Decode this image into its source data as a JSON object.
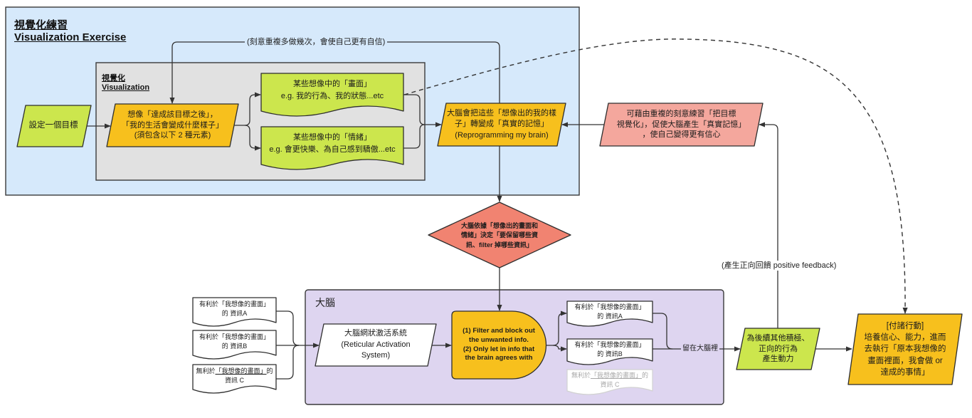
{
  "diagram": {
    "title_zh": "視覺化練習",
    "title_en": "Visualization Exercise",
    "inner_title_zh": "視覺化",
    "inner_title_en": "Visualization"
  },
  "colors": {
    "outer_group": "#d6e9fb",
    "inner_group": "#e1e1e1",
    "brain_group": "#ded5f0",
    "green": "#cce64d",
    "yellow": "#f7c01d",
    "pink": "#f4a79d",
    "salmon": "#f18371",
    "white": "#ffffff"
  },
  "nodes": {
    "set_goal": "設定一個目標",
    "imagine": "想像「達成該目標之後」，\n「我的生活會變成什麼樣子」\n(須包含以下 2 種元素)",
    "imagery": "某些想像中的「畫面」\ne.g. 我的行為、我的狀態...etc",
    "emotion": "某些想像中的「情緒」\ne.g. 會更快樂、為自己感到驕傲...etc",
    "reprogram": "大腦會把這些「想像出的我的樣\n子」轉變成「真實的記憶」\n(Reprogramming my brain)",
    "confidence": "可藉由重複的刻意練習「把目標\n視覺化」，促使大腦產生「真實記憶」\n，使自己變得更有信心",
    "decision": "大腦依據「想像出的畫面和\n情緒」決定「要保留哪些資\n訊、filter 掉哪些資訊」",
    "ras": "大腦網狀激活系統\n(Reticular Activation\nSystem)",
    "filter": "(1) Filter and block out\nthe unwanted info.\n(2) Only let in info that\nthe brain agrees with",
    "motivation": "為後續其他積極、\n正向的行為\n產生動力",
    "action": "[付諸行動]\n培養信心、能力，進而\n去執行「原本我想像的\n畫面裡面，我會做 or\n達成的事情」"
  },
  "brain": {
    "title": "大腦"
  },
  "incoming_info": [
    {
      "prefix": "有利於",
      "subject": "「我想像的畫面」",
      "suffix": "",
      "line2": "的 資訊A"
    },
    {
      "prefix": "有利於",
      "subject": "「我想像的畫面」",
      "suffix": "",
      "line2": "的 資訊B"
    },
    {
      "prefix": "無利於",
      "subject": "「我想像的畫面」",
      "suffix": "的",
      "line2": "資訊 C"
    }
  ],
  "filtered_info": [
    {
      "prefix": "有利於",
      "subject": "「我想像的畫面」",
      "suffix": "",
      "line2": "的 資訊A"
    },
    {
      "prefix": "有利於",
      "subject": "「我想像的畫面」",
      "suffix": "",
      "line2": "的 資訊B"
    },
    {
      "prefix": "無利於",
      "subject": "「我想像的畫面」",
      "suffix": "的",
      "line2": "資訊 C"
    }
  ],
  "edge_labels": {
    "repeat_loop": "(刻意重複多做幾次，會使自己更有自信)",
    "stay_in_brain": "留在大腦裡",
    "positive_feedback": "(產生正向回饋 positive feedback)"
  }
}
